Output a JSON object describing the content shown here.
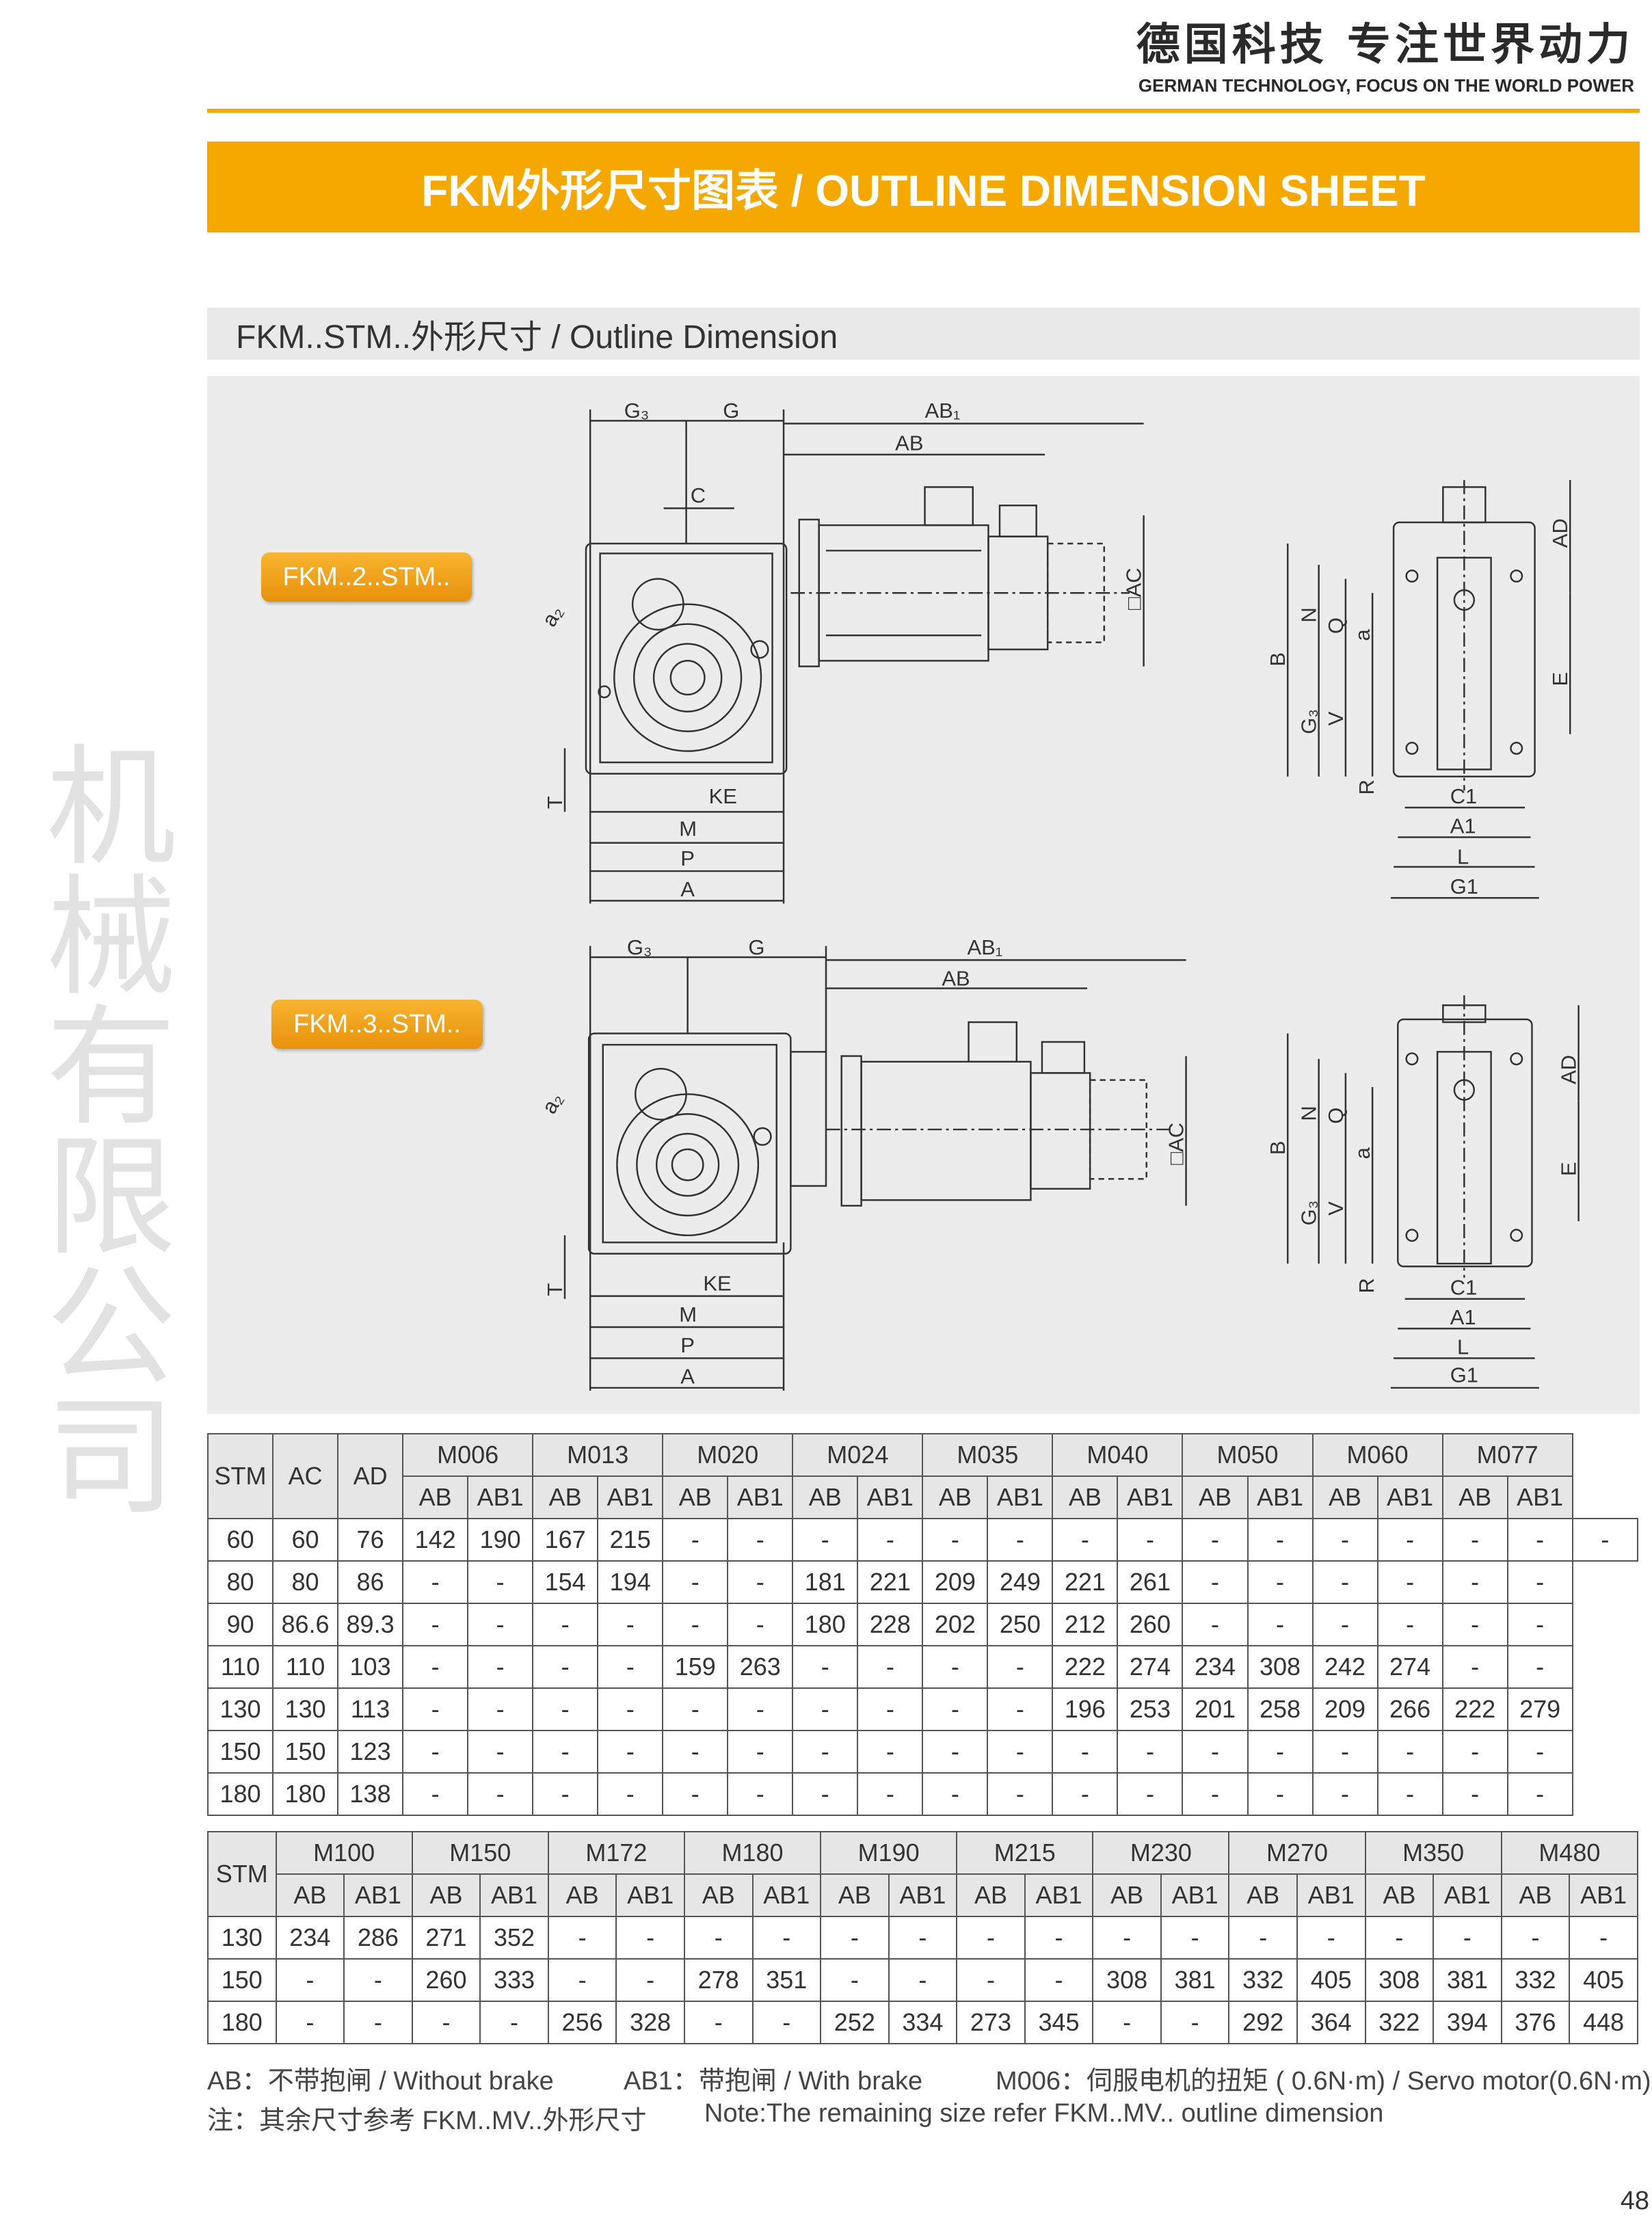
{
  "header": {
    "slogan_cn": "德国科技 专注世界动力",
    "slogan_en": "GERMAN TECHNOLOGY, FOCUS ON THE WORLD POWER"
  },
  "banner": {
    "title": "FKM外形尺寸图表 / OUTLINE DIMENSION SHEET"
  },
  "section": {
    "title": "FKM..STM..外形尺寸 / Outline Dimension"
  },
  "watermark": "机械有限公司",
  "drawing1": {
    "tag": "FKM..2..STM..",
    "labels": {
      "G3": "G₃",
      "G": "G",
      "AB1": "AB₁",
      "AB": "AB",
      "C": "C",
      "a2": "a₂",
      "AC": "□AC",
      "T": "T",
      "KE": "KE",
      "M": "M",
      "P": "P",
      "A": "A",
      "B": "B",
      "N": "N",
      "Q": "Q",
      "a": "a",
      "G3s": "G₃",
      "V": "V",
      "R": "R",
      "C1": "C1",
      "A1": "A1",
      "L": "L",
      "G1": "G1",
      "E": "E",
      "AD": "AD"
    }
  },
  "drawing2": {
    "tag": "FKM..3..STM..",
    "labels": {
      "G3": "G₃",
      "G": "G",
      "AB1": "AB₁",
      "AB": "AB",
      "a2": "a₂",
      "AC": "□AC",
      "T": "T",
      "KE": "KE",
      "M": "M",
      "P": "P",
      "A": "A",
      "B": "B",
      "N": "N",
      "Q": "Q",
      "a": "a",
      "G3s": "G₃",
      "V": "V",
      "R": "R",
      "C1": "C1",
      "A1": "A1",
      "L": "L",
      "G1": "G1",
      "E": "E",
      "AD": "AD"
    }
  },
  "table1": {
    "fixed_headers": [
      "STM",
      "AC",
      "AD"
    ],
    "groups": [
      "M006",
      "M013",
      "M020",
      "M024",
      "M035",
      "M040",
      "M050",
      "M060",
      "M077"
    ],
    "sub": [
      "AB",
      "AB1"
    ],
    "rows": [
      [
        "60",
        "60",
        "76",
        "142",
        "190",
        "167",
        "215",
        "-",
        "-",
        "-",
        "-",
        "-",
        "-",
        "-",
        "-",
        "-",
        "-",
        "-",
        "-",
        "-",
        "-",
        "-"
      ],
      [
        "80",
        "80",
        "86",
        "-",
        "-",
        "154",
        "194",
        "-",
        "-",
        "181",
        "221",
        "209",
        "249",
        "221",
        "261",
        "-",
        "-",
        "-",
        "-",
        "-",
        "-"
      ],
      [
        "90",
        "86.6",
        "89.3",
        "-",
        "-",
        "-",
        "-",
        "-",
        "-",
        "180",
        "228",
        "202",
        "250",
        "212",
        "260",
        "-",
        "-",
        "-",
        "-",
        "-",
        "-"
      ],
      [
        "110",
        "110",
        "103",
        "-",
        "-",
        "-",
        "-",
        "159",
        "263",
        "-",
        "-",
        "-",
        "-",
        "222",
        "274",
        "234",
        "308",
        "242",
        "274",
        "-",
        "-"
      ],
      [
        "130",
        "130",
        "113",
        "-",
        "-",
        "-",
        "-",
        "-",
        "-",
        "-",
        "-",
        "-",
        "-",
        "196",
        "253",
        "201",
        "258",
        "209",
        "266",
        "222",
        "279"
      ],
      [
        "150",
        "150",
        "123",
        "-",
        "-",
        "-",
        "-",
        "-",
        "-",
        "-",
        "-",
        "-",
        "-",
        "-",
        "-",
        "-",
        "-",
        "-",
        "-",
        "-",
        "-"
      ],
      [
        "180",
        "180",
        "138",
        "-",
        "-",
        "-",
        "-",
        "-",
        "-",
        "-",
        "-",
        "-",
        "-",
        "-",
        "-",
        "-",
        "-",
        "-",
        "-",
        "-",
        "-"
      ]
    ]
  },
  "table2": {
    "fixed_headers": [
      "STM"
    ],
    "groups": [
      "M100",
      "M150",
      "M172",
      "M180",
      "M190",
      "M215",
      "M230",
      "M270",
      "M350",
      "M480"
    ],
    "sub": [
      "AB",
      "AB1"
    ],
    "rows": [
      [
        "130",
        "234",
        "286",
        "271",
        "352",
        "-",
        "-",
        "-",
        "-",
        "-",
        "-",
        "-",
        "-",
        "-",
        "-",
        "-",
        "-",
        "-",
        "-",
        "-",
        "-"
      ],
      [
        "150",
        "-",
        "-",
        "260",
        "333",
        "-",
        "-",
        "278",
        "351",
        "-",
        "-",
        "-",
        "-",
        "308",
        "381",
        "332",
        "405",
        "308",
        "381",
        "332",
        "405"
      ],
      [
        "180",
        "-",
        "-",
        "-",
        "-",
        "256",
        "328",
        "-",
        "-",
        "252",
        "334",
        "273",
        "345",
        "-",
        "-",
        "292",
        "364",
        "322",
        "394",
        "376",
        "448"
      ]
    ]
  },
  "notes": {
    "ab": "AB：不带抱闸 / Without brake",
    "ab1": "AB1：带抱闸 / With brake",
    "m006": "M006：伺服电机的扭矩 ( 0.6N·m) / Servo motor(0.6N·m)",
    "zh": "注：其余尺寸参考 FKM..MV..外形尺寸",
    "en": "Note:The remaining size refer FKM..MV.. outline dimension"
  },
  "page_number": "48",
  "colors": {
    "accent": "#f5a800",
    "panel": "#ececec"
  }
}
